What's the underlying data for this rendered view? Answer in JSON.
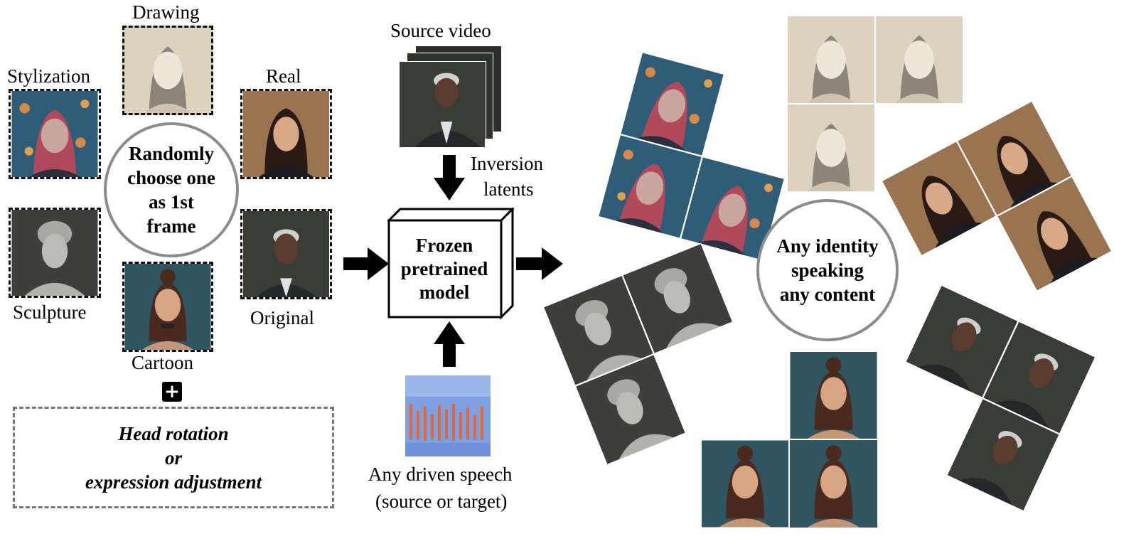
{
  "labels": {
    "drawing": "Drawing",
    "stylization": "Stylization",
    "real": "Real",
    "sculpture": "Sculpture",
    "original": "Original",
    "cartoon": "Cartoon",
    "source_video": "Source video",
    "inversion_line1": "Inversion",
    "inversion_line2": "latents",
    "speech_line1": "Any driven speech",
    "speech_line2": "(source or target)"
  },
  "choose_circle": {
    "line1": "Randomly",
    "line2": "choose one",
    "line3": "as 1st",
    "line4": "frame"
  },
  "adjust_box": {
    "line1": "Head rotation",
    "line2": "or",
    "line3": "expression adjustment"
  },
  "model_box": {
    "line1": "Frozen",
    "line2": "pretrained",
    "line3": "model"
  },
  "output_circle": {
    "line1": "Any identity",
    "line2": "speaking",
    "line3": "any  content"
  },
  "plus_symbol": "+",
  "colors": {
    "stylization": "#2f5d78",
    "drawing": "#d9cdb8",
    "real": "#8a6a4a",
    "sculpture": "#4a4a48",
    "original": "#3a3c36",
    "cartoon": "#2f5560",
    "circle_border": "#8c8c8c",
    "arrow": "#000000"
  }
}
